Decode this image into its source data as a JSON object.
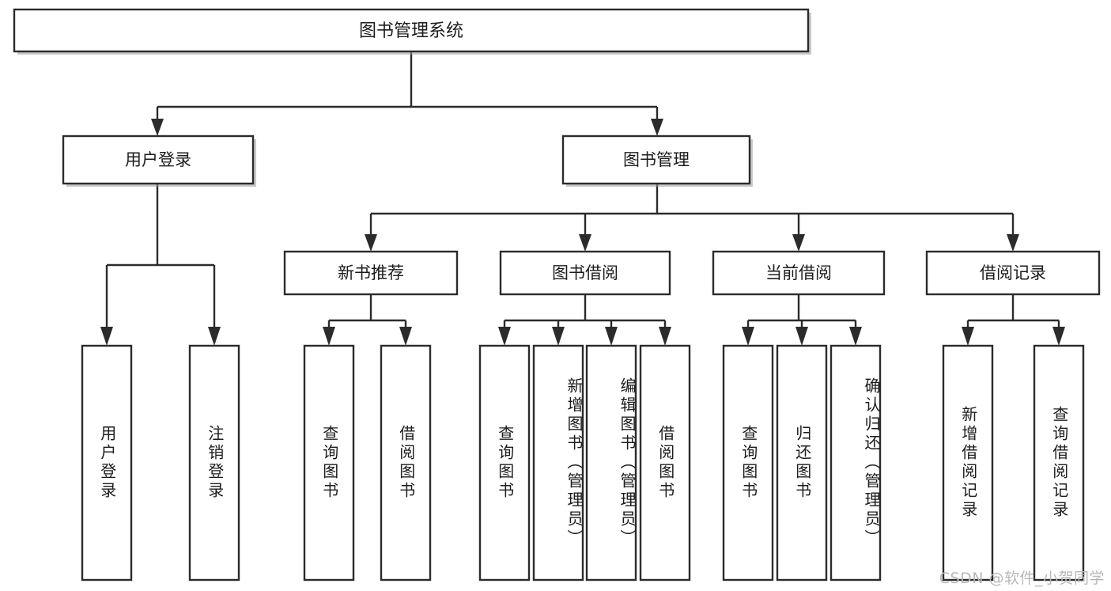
{
  "diagram": {
    "kind": "tree-structure-chart",
    "title": "图书管理系统",
    "colors": {
      "stroke": "#2b2b2b",
      "fill": "#ffffff",
      "text": "#1c1c1c",
      "watermark": "#b8b8b8",
      "background": "#ffffff"
    },
    "root": {
      "label": "图书管理系统"
    },
    "level1": [
      {
        "label": "用户登录"
      },
      {
        "label": "图书管理"
      }
    ],
    "level2": [
      {
        "label": "新书推荐"
      },
      {
        "label": "图书借阅"
      },
      {
        "label": "当前借阅"
      },
      {
        "label": "借阅记录"
      }
    ],
    "leaves": {
      "user_login": [
        {
          "label": "用户登录"
        },
        {
          "label": "注销登录"
        }
      ],
      "new_book": [
        {
          "label": "查询图书"
        },
        {
          "label": "借阅图书"
        }
      ],
      "book_borrow": [
        {
          "label": "查询图书"
        },
        {
          "label": "新增图书（管理员）"
        },
        {
          "label": "编辑图书（管理员）"
        },
        {
          "label": "借阅图书"
        }
      ],
      "current_borrow": [
        {
          "label": "查询图书"
        },
        {
          "label": "归还图书"
        },
        {
          "label": "确认归还（管理员）"
        }
      ],
      "borrow_record": [
        {
          "label": "新增借阅记录"
        },
        {
          "label": "查询借阅记录"
        }
      ]
    },
    "watermark": "CSDN @软件_小贺同学"
  }
}
